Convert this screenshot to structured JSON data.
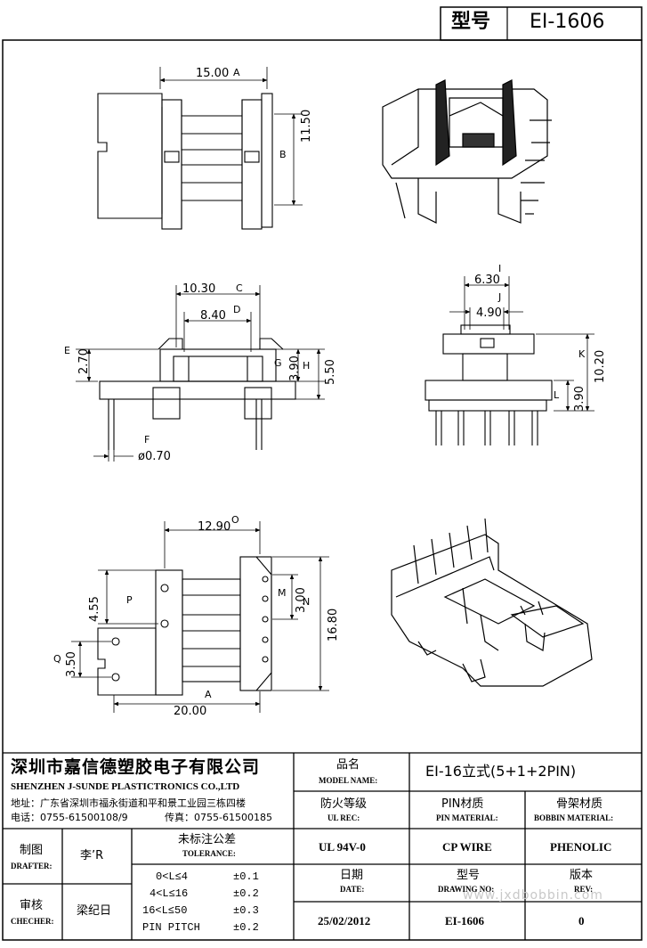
{
  "header": {
    "model_label": "型号",
    "model_value": "EI-1606"
  },
  "dimensions": {
    "A": {
      "value": "15.00",
      "tag": "A"
    },
    "B": {
      "value": "11.50",
      "tag": "B"
    },
    "C": {
      "value": "10.30",
      "tag": "C"
    },
    "D": {
      "value": "8.40",
      "tag": "D"
    },
    "E": {
      "value": "2.70",
      "tag": "E"
    },
    "F": {
      "value": "ø0.70",
      "tag": "F"
    },
    "G": {
      "value": "3.90",
      "tag": "G"
    },
    "H": {
      "value": "5.50",
      "tag": "H"
    },
    "I": {
      "value": "6.30",
      "tag": "I"
    },
    "J": {
      "value": "4.90",
      "tag": "J"
    },
    "K": {
      "value": "10.20",
      "tag": "K"
    },
    "L": {
      "value": "3.90",
      "tag": "L"
    },
    "O": {
      "value": "12.90",
      "tag": "O"
    },
    "P": {
      "value": "4.55",
      "tag": "P"
    },
    "Q": {
      "value": "3.50",
      "tag": "Q"
    },
    "M": {
      "value": "3.00",
      "tag": "M"
    },
    "N": {
      "value": "16.80",
      "tag": "N"
    },
    "A2": {
      "value": "20.00",
      "tag": "A"
    }
  },
  "company": {
    "name_cn": "深圳市嘉信德塑胶电子有限公司",
    "name_en": "SHENZHEN J-SUNDE PLASTICTRONICS CO.,LTD",
    "address": "地址：广东省深圳市福永街道和平和景工业园三栋四楼",
    "phone": "电话：0755-61500108/9",
    "fax": "传真：0755-61500185"
  },
  "title_block": {
    "model_name_cn": "品名",
    "model_name_en": "MODEL NAME:",
    "model_name_value": "EI-16立式(5+1+2PIN)",
    "ul_cn": "防火等级",
    "ul_en": "UL REC:",
    "ul_value": "UL 94V-0",
    "pin_cn": "PIN材质",
    "pin_en": "PIN MATERIAL:",
    "pin_value": "CP WIRE",
    "bobbin_cn": "骨架材质",
    "bobbin_en": "BOBBIN MATERIAL:",
    "bobbin_value": "PHENOLIC",
    "drafter_cn": "制图",
    "drafter_en": "DRAFTER:",
    "drafter_value": "李’R",
    "checker_cn": "审核",
    "checker_en": "CHECHER:",
    "checker_value": "梁纪日",
    "tolerance_cn": "未标注公差",
    "tolerance_en": "TOLERANCE:",
    "tolerances": [
      {
        "range": "0<L≤4",
        "value": "±0.1"
      },
      {
        "range": "4<L≤16",
        "value": "±0.2"
      },
      {
        "range": "16<L≤50",
        "value": "±0.3"
      },
      {
        "range": "PIN PITCH",
        "value": "±0.2"
      }
    ],
    "date_cn": "日期",
    "date_en": "DATE:",
    "date_value": "25/02/2012",
    "drawing_no_cn": "型号",
    "drawing_no_en": "DRAWING NO:",
    "drawing_no_value": "EI-1606",
    "rev_cn": "版本",
    "rev_en": "REV:",
    "rev_value": "0"
  },
  "watermark": "www.jxdbobbin.com"
}
